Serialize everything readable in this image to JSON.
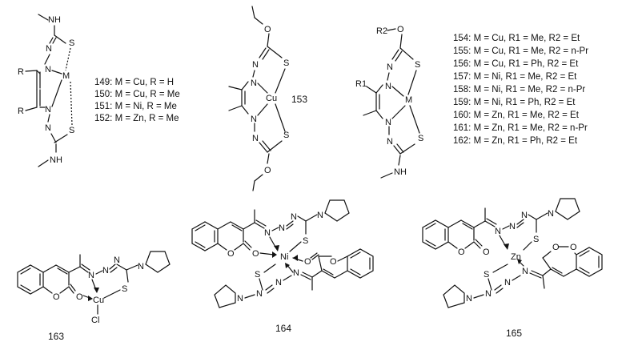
{
  "structures": {
    "s149": {
      "labels": {
        "nh_top": "NH",
        "nh_bot": "NH",
        "n1": "N",
        "n2": "N",
        "n3": "N",
        "n4": "N",
        "s1": "S",
        "s2": "S",
        "m": "M",
        "r1": "R",
        "r2": "R"
      },
      "legend": [
        "149: M = Cu, R = H",
        "150: M = Cu, R = Me",
        "151: M = Ni, R = Me",
        "152: M = Zn, R = Me"
      ]
    },
    "s153": {
      "labels": {
        "o1": "O",
        "o2": "O",
        "s1": "S",
        "s2": "S",
        "n1": "N",
        "n2": "N",
        "n3": "N",
        "n4": "N",
        "m": "Cu"
      },
      "number": "153"
    },
    "s154": {
      "labels": {
        "r2o": "R2",
        "o": "O",
        "s1": "S",
        "s2": "S",
        "n1": "N",
        "n2": "N",
        "n3": "N",
        "n4": "N",
        "m": "M",
        "r1": "R1",
        "nh": "NH"
      },
      "legend": [
        "154: M = Cu, R1 = Me, R2 = Et",
        "155: M = Cu, R1 = Me, R2 = n-Pr",
        "156: M = Cu, R1 = Ph, R2 = Et",
        "157: M = Ni, R1 = Me, R2 = Et",
        "158: M = Ni, R1 = Me, R2 = n-Pr",
        "159: M = Ni, R1 = Ph, R2 = Et",
        "160: M = Zn, R1 = Me, R2 = Et",
        "161: M = Zn, R1 = Me, R2 = n-Pr",
        "162: M = Zn, R1 = Ph, R2 = Et"
      ]
    },
    "s163": {
      "labels": {
        "o1": "O",
        "o2": "O",
        "n1": "N",
        "n2": "N",
        "n3": "N",
        "s": "S",
        "m": "Cu",
        "cl": "Cl"
      },
      "number": "163"
    },
    "s164": {
      "labels": {
        "o1": "O",
        "o2": "O",
        "o3": "O",
        "o4": "O",
        "n1": "N",
        "n2": "N",
        "n3": "N",
        "n4": "N",
        "n5": "N",
        "n6": "N",
        "s1": "S",
        "s2": "S",
        "m": "Ni"
      },
      "number": "164"
    },
    "s165": {
      "labels": {
        "o1": "O",
        "o2": "O",
        "o3": "O",
        "o4": "O",
        "n1": "N",
        "n2": "N",
        "n3": "N",
        "n4": "N",
        "n5": "N",
        "n6": "N",
        "s1": "S",
        "s2": "S",
        "m": "Zn"
      },
      "number": "165"
    }
  }
}
